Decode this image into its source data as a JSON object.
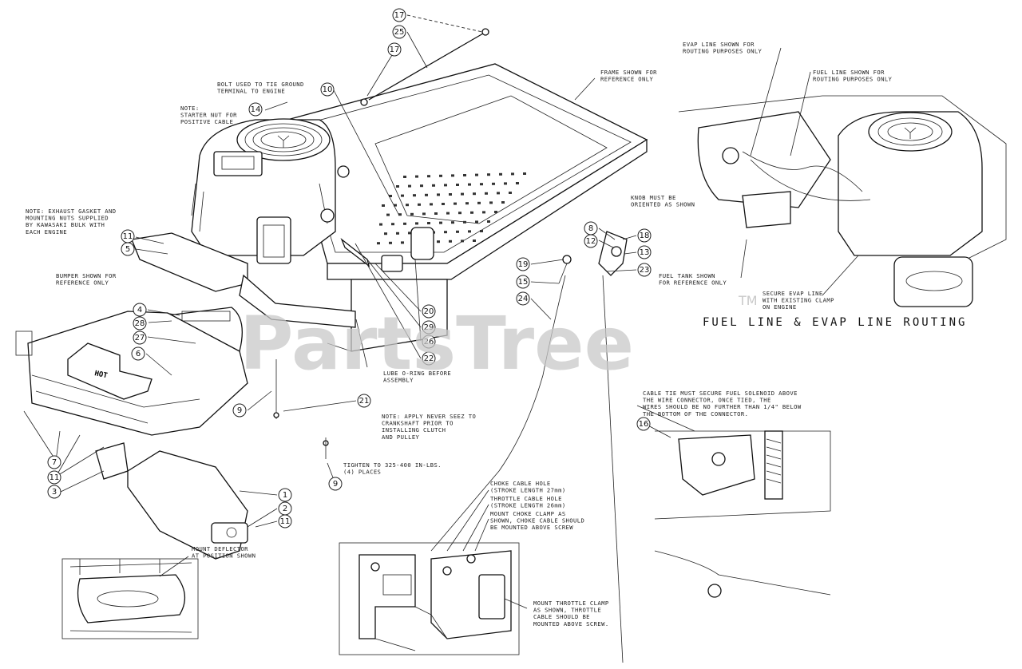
{
  "watermark": {
    "text": "PartsTree",
    "tm": "TM"
  },
  "section_title": "FUEL LINE & EVAP LINE ROUTING",
  "notes": {
    "bolt_ground": [
      "BOLT USED TO TIE GROUND",
      "TERMINAL TO ENGINE"
    ],
    "starter_nut": [
      "NOTE:",
      "STARTER NUT FOR",
      "POSITIVE CABLE"
    ],
    "frame_ref": [
      "FRAME SHOWN FOR",
      "REFERENCE ONLY"
    ],
    "exhaust_gasket": [
      "NOTE: EXHAUST GASKET AND",
      "MOUNTING NUTS SUPPLIED",
      "BY KAWASAKI BULK WITH",
      "EACH ENGINE"
    ],
    "bumper_ref": [
      "BUMPER SHOWN FOR",
      "REFERENCE ONLY"
    ],
    "knob": [
      "KNOB MUST BE",
      "ORIENTED AS SHOWN"
    ],
    "lube_oring": [
      "LUBE O-RING BEFORE",
      "ASSEMBLY"
    ],
    "never_seez": [
      "NOTE: APPLY NEVER SEEZ TO",
      "CRANKSHAFT PRIOR TO",
      "INSTALLING CLUTCH",
      "AND PULLEY"
    ],
    "tighten": [
      "TIGHTEN TO 325-400 IN-LBS.",
      "(4) PLACES"
    ],
    "evap_line": [
      "EVAP LINE SHOWN FOR",
      "ROUTING PURPOSES ONLY"
    ],
    "fuel_line": [
      "FUEL LINE SHOWN FOR",
      "ROUTING PURPOSES ONLY"
    ],
    "fuel_tank": [
      "FUEL TANK SHOWN",
      "FOR REFERENCE ONLY"
    ],
    "secure_evap": [
      "SECURE EVAP LINE",
      "WITH EXISTING CLAMP",
      "ON ENGINE"
    ],
    "cable_solenoid": [
      "CABLE TIE MUST SECURE FUEL SOLENOID ABOVE",
      "THE WIRE CONNECTOR, ONCE TIED, THE",
      "WIRES SHOULD BE NO FURTHER THAN 1/4\" BELOW",
      "THE BOTTOM OF THE CONNECTOR."
    ],
    "choke_hole": [
      "CHOKE CABLE HOLE",
      "(STROKE LENGTH 27mm)"
    ],
    "throttle_hole": [
      "THROTTLE CABLE HOLE",
      "(STROKE LENGTH 26mm)"
    ],
    "mount_choke": [
      "MOUNT CHOKE CLAMP AS",
      "SHOWN, CHOKE CABLE SHOULD",
      "BE MOUNTED ABOVE SCREW"
    ],
    "mount_deflector": [
      "MOUNT DEFLECTOR",
      "AT POSITION SHOWN"
    ],
    "mount_throttle": [
      "MOUNT THROTTLE CLAMP",
      "AS SHOWN, THROTTLE",
      "CABLE SHOULD BE",
      "MOUNTED ABOVE SCREW."
    ]
  },
  "decal": {
    "hot": "HOT"
  },
  "callouts": [
    {
      "n": "17"
    },
    {
      "n": "25"
    },
    {
      "n": "17"
    },
    {
      "n": "10"
    },
    {
      "n": "14"
    },
    {
      "n": "11"
    },
    {
      "n": "5"
    },
    {
      "n": "4"
    },
    {
      "n": "28"
    },
    {
      "n": "27"
    },
    {
      "n": "6"
    },
    {
      "n": "9"
    },
    {
      "n": "21"
    },
    {
      "n": "9"
    },
    {
      "n": "7"
    },
    {
      "n": "11"
    },
    {
      "n": "3"
    },
    {
      "n": "1"
    },
    {
      "n": "2"
    },
    {
      "n": "11"
    },
    {
      "n": "20"
    },
    {
      "n": "29"
    },
    {
      "n": "26"
    },
    {
      "n": "22"
    },
    {
      "n": "8"
    },
    {
      "n": "12"
    },
    {
      "n": "18"
    },
    {
      "n": "13"
    },
    {
      "n": "23"
    },
    {
      "n": "19"
    },
    {
      "n": "15"
    },
    {
      "n": "24"
    },
    {
      "n": "16"
    }
  ]
}
